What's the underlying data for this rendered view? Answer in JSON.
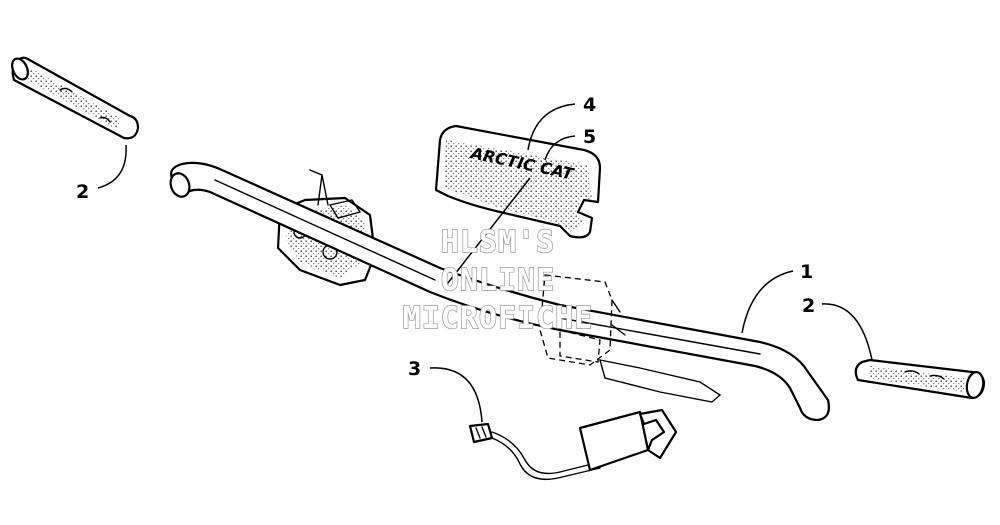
{
  "callouts": {
    "c1": "1",
    "c2_left": "2",
    "c2_right": "2",
    "c3": "3",
    "c4": "4",
    "c5": "5"
  },
  "watermark": {
    "line1": "HLSM'S",
    "line2": "ONLINE",
    "line3": "MICROFICHE"
  },
  "pad_logo": "ARCTIC CAT"
}
